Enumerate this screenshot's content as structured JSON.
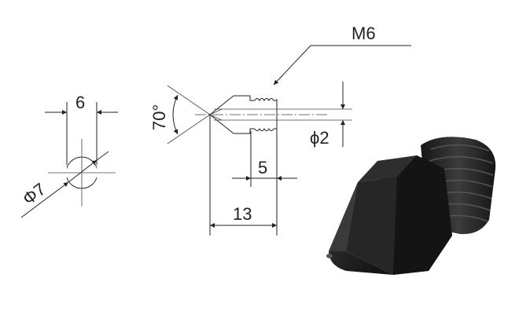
{
  "drawing": {
    "end_view": {
      "width_label": "6",
      "diameter_label": "Φ7"
    },
    "side_view": {
      "thread_label": "M6",
      "cone_angle_label": "70°",
      "bore_diameter_label": "ϕ2",
      "thread_length_label": "5",
      "total_length_label": "13"
    }
  },
  "colors": {
    "line": "#222222",
    "nozzle_body": "#1c1c1c",
    "background": "#ffffff"
  },
  "product_image": {
    "icon": "brass-nozzle-render"
  }
}
